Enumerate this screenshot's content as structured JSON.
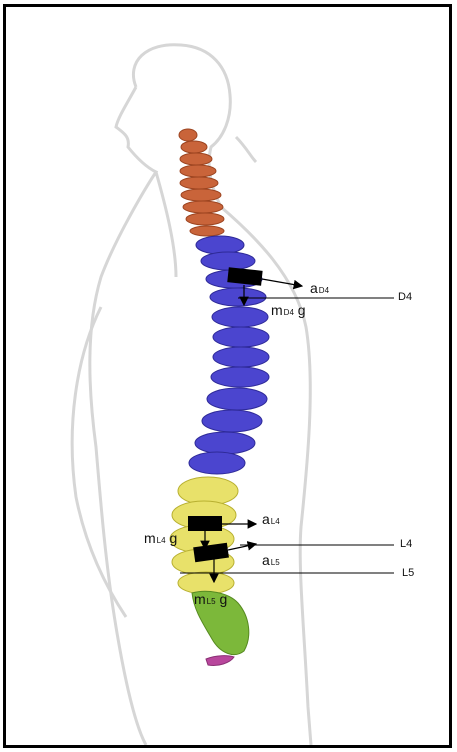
{
  "colors": {
    "cervical": "#c9643a",
    "thoracic": "#4b45cf",
    "lumbar": "#e8e16a",
    "sacral": "#7cb83a",
    "coccyx": "#b8469c",
    "body_outline": "#d8d8d8",
    "marker": "#000000"
  },
  "labels": {
    "a_d4": {
      "main": "a",
      "sub": "D4"
    },
    "m_d4_g": {
      "main": "m",
      "sub": "D4",
      "tail": " g"
    },
    "a_l4": {
      "main": "a",
      "sub": "L4"
    },
    "m_l4_g": {
      "main": "m",
      "sub": "L4",
      "tail": " g"
    },
    "a_l5": {
      "main": "a",
      "sub": "L5"
    },
    "m_l5_g": {
      "main": "m",
      "sub": "L5",
      "tail": " g"
    }
  },
  "levels": {
    "d4": "D4",
    "l4": "L4",
    "l5": "L5"
  }
}
